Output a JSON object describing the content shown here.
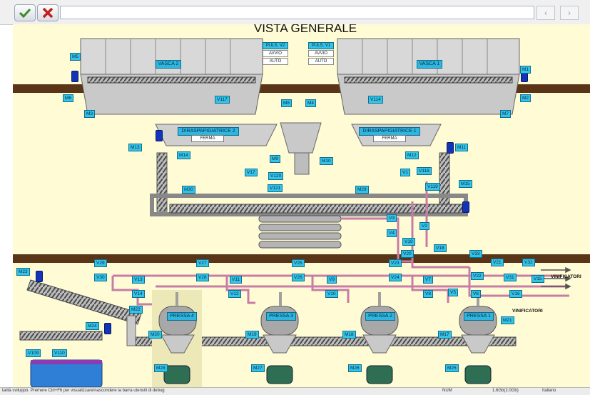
{
  "toolbar": {
    "confirm_icon": "check-icon",
    "cancel_icon": "x-icon",
    "address_value": "",
    "back_glyph": "‹",
    "forward_glyph": "›"
  },
  "scada": {
    "title": "VISTA GENERALE",
    "vasca_2": "VASCA 2",
    "vasca_1": "VASCA 1",
    "puls_v2": {
      "title": "PULS. V2",
      "avvio": "AVVIO",
      "auto": "AUTO"
    },
    "puls_v1": {
      "title": "PULS. V1",
      "avvio": "AVVIO",
      "auto": "AUTO"
    },
    "diraspa_2": {
      "name": "DIRASPAPIGIATRICE 2",
      "state": "FERMA"
    },
    "diraspa_1": {
      "name": "DIRASPAPIGIATRICE 1",
      "state": "FERMA"
    },
    "pressa_4": "PRESSA 4",
    "pressa_3": "PRESSA 3",
    "pressa_2": "PRESSA 2",
    "pressa_1": "PRESSA 1",
    "vinificatori_1": "VINIFICATORI",
    "vinificatori_2": "VINIFICATORI",
    "motors": {
      "M5": "M5",
      "M6": "M6",
      "M3": "M3",
      "M4": "M4",
      "M2": "M2",
      "M1": "M1",
      "M7": "M7",
      "M8": "M8",
      "M13": "M13",
      "M14": "M14",
      "M30": "M30",
      "M9": "M9",
      "M10": "M10",
      "M12": "M12",
      "M11": "M11",
      "M29": "M29",
      "M15": "M15",
      "M23": "M23",
      "M22": "M22",
      "M24": "M24",
      "M20": "M20",
      "M19": "M19",
      "M18": "M18",
      "M17": "M17",
      "M21": "M21",
      "M28": "M28",
      "M27": "M27",
      "M26": "M26",
      "M25": "M25"
    },
    "valves": {
      "V117": "V117",
      "V114": "V114",
      "V17": "V17",
      "V120": "V120",
      "V121": "V121",
      "V1": "V1",
      "V118": "V118",
      "V119": "V119",
      "V2": "V2",
      "V3": "V3",
      "V4": "V4",
      "V19": "V19",
      "V18": "V18",
      "V20": "V20",
      "V21": "V21",
      "V22": "V22",
      "V23": "V23",
      "V24": "V24",
      "V25": "V25",
      "V26": "V26",
      "V27": "V27",
      "V28": "V28",
      "V29": "V29",
      "V30": "V30",
      "V31": "V31",
      "V32": "V32",
      "V33": "V33",
      "V5": "V5",
      "V6": "V6",
      "V7": "V7",
      "V8": "V8",
      "V9": "V9",
      "V10": "V10",
      "V11": "V11",
      "V12": "V12",
      "V13": "V13",
      "V14": "V14",
      "V15": "V15",
      "V16": "V16",
      "V109": "V109",
      "V110": "V110"
    }
  },
  "statusbar": {
    "message": "talità sviluppo. Premere Ctrl+F6 per visualizzare/nascondere la barra utensili di debug",
    "num": "NUM",
    "memory": "1.6Gb(2.0Gb)",
    "language": "Italiano"
  },
  "colors": {
    "background": "#fefbd5",
    "label_fill": "#33c3e6",
    "rail": "#5a3416",
    "pipe": "#c87ca6",
    "motor": "#1333b8"
  }
}
